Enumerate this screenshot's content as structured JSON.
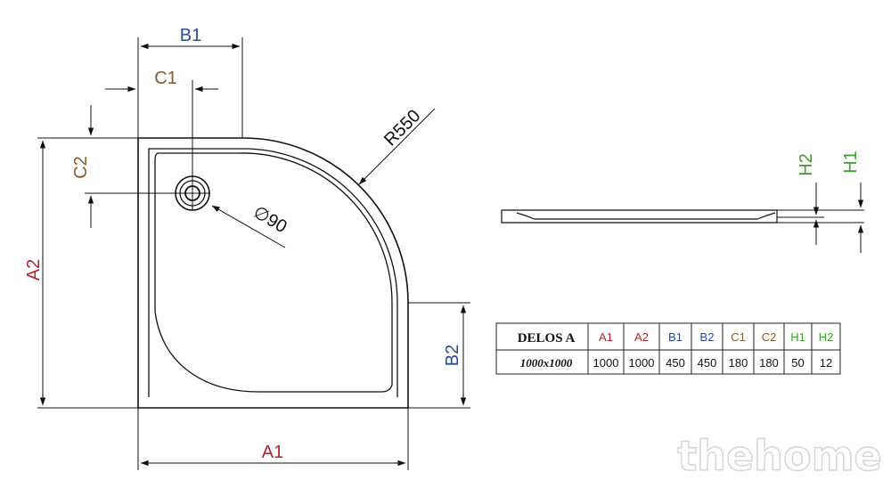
{
  "plan_view": {
    "labels": {
      "a1": "A1",
      "a2": "A2",
      "b1": "B1",
      "b2": "B2",
      "c1": "C1",
      "c2": "C2",
      "radius": "R550",
      "drain_diameter": "∅90"
    }
  },
  "side_view": {
    "labels": {
      "h1": "H1",
      "h2": "H2"
    }
  },
  "spec_table": {
    "model": "DELOS A",
    "headers": [
      {
        "text": "A1",
        "color": "#b5222b"
      },
      {
        "text": "A2",
        "color": "#b5222b"
      },
      {
        "text": "B1",
        "color": "#2b4a9c"
      },
      {
        "text": "B2",
        "color": "#2b4a9c"
      },
      {
        "text": "C1",
        "color": "#8a5a2b"
      },
      {
        "text": "C2",
        "color": "#8a5a2b"
      },
      {
        "text": "H1",
        "color": "#3e9b2e"
      },
      {
        "text": "H2",
        "color": "#3e9b2e"
      }
    ],
    "size": "1000x1000",
    "values": [
      "1000",
      "1000",
      "450",
      "450",
      "180",
      "180",
      "50",
      "12"
    ]
  },
  "watermark": "thehome",
  "colors": {
    "a_dims": "#b5222b",
    "b_dims": "#2b4a9c",
    "c_dims": "#8a5a2b",
    "h_dims": "#3e9b2e",
    "lines": "#111111"
  }
}
